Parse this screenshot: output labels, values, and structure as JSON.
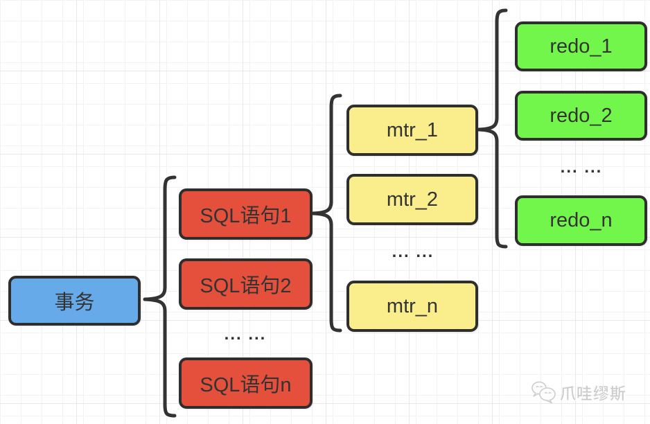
{
  "diagram": {
    "border_color": "#2E2E2E",
    "root": {
      "label": "事务",
      "fill": "#67AAE9"
    },
    "columns": [
      {
        "id": "sql",
        "fill": "#E4503B",
        "items": [
          {
            "label": "SQL语句1"
          },
          {
            "label": "SQL语句2"
          },
          {
            "label": "SQL语句n"
          }
        ],
        "ellipsis": "... ..."
      },
      {
        "id": "mtr",
        "fill": "#FAED8C",
        "items": [
          {
            "label": "mtr_1"
          },
          {
            "label": "mtr_2"
          },
          {
            "label": "mtr_n"
          }
        ],
        "ellipsis": "... ..."
      },
      {
        "id": "redo",
        "fill": "#73F64B",
        "items": [
          {
            "label": "redo_1"
          },
          {
            "label": "redo_2"
          },
          {
            "label": "redo_n"
          }
        ],
        "ellipsis": "... ..."
      }
    ],
    "brace_color": "#333333"
  },
  "watermark": {
    "text": "爪哇缪斯",
    "color": "#C9C9C9"
  }
}
